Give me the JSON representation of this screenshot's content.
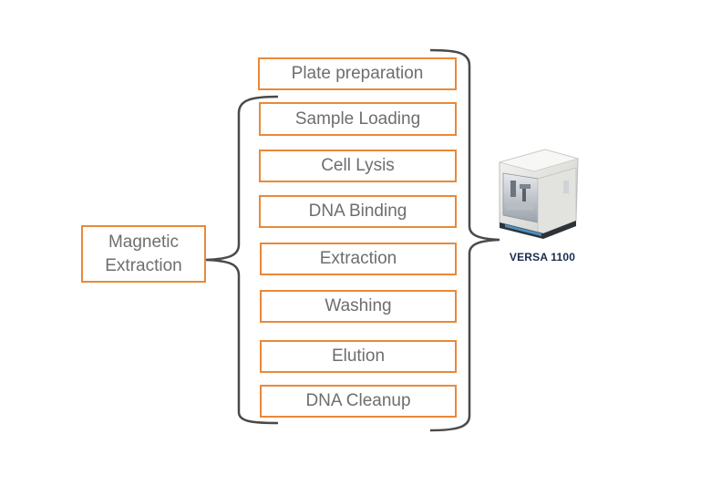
{
  "magnetic_extraction": {
    "line1": "Magnetic",
    "line2": "Extraction"
  },
  "steps": [
    "Plate preparation",
    "Sample Loading",
    "Cell Lysis",
    "DNA Binding",
    "Extraction",
    "Washing",
    "Elution",
    "DNA Cleanup"
  ],
  "device": {
    "label": "VERSA 1100"
  },
  "colors": {
    "box_border": "#e8893a",
    "text": "#6e6e6e",
    "brace": "#4a4a4a",
    "device_label": "#1b2a4e"
  }
}
